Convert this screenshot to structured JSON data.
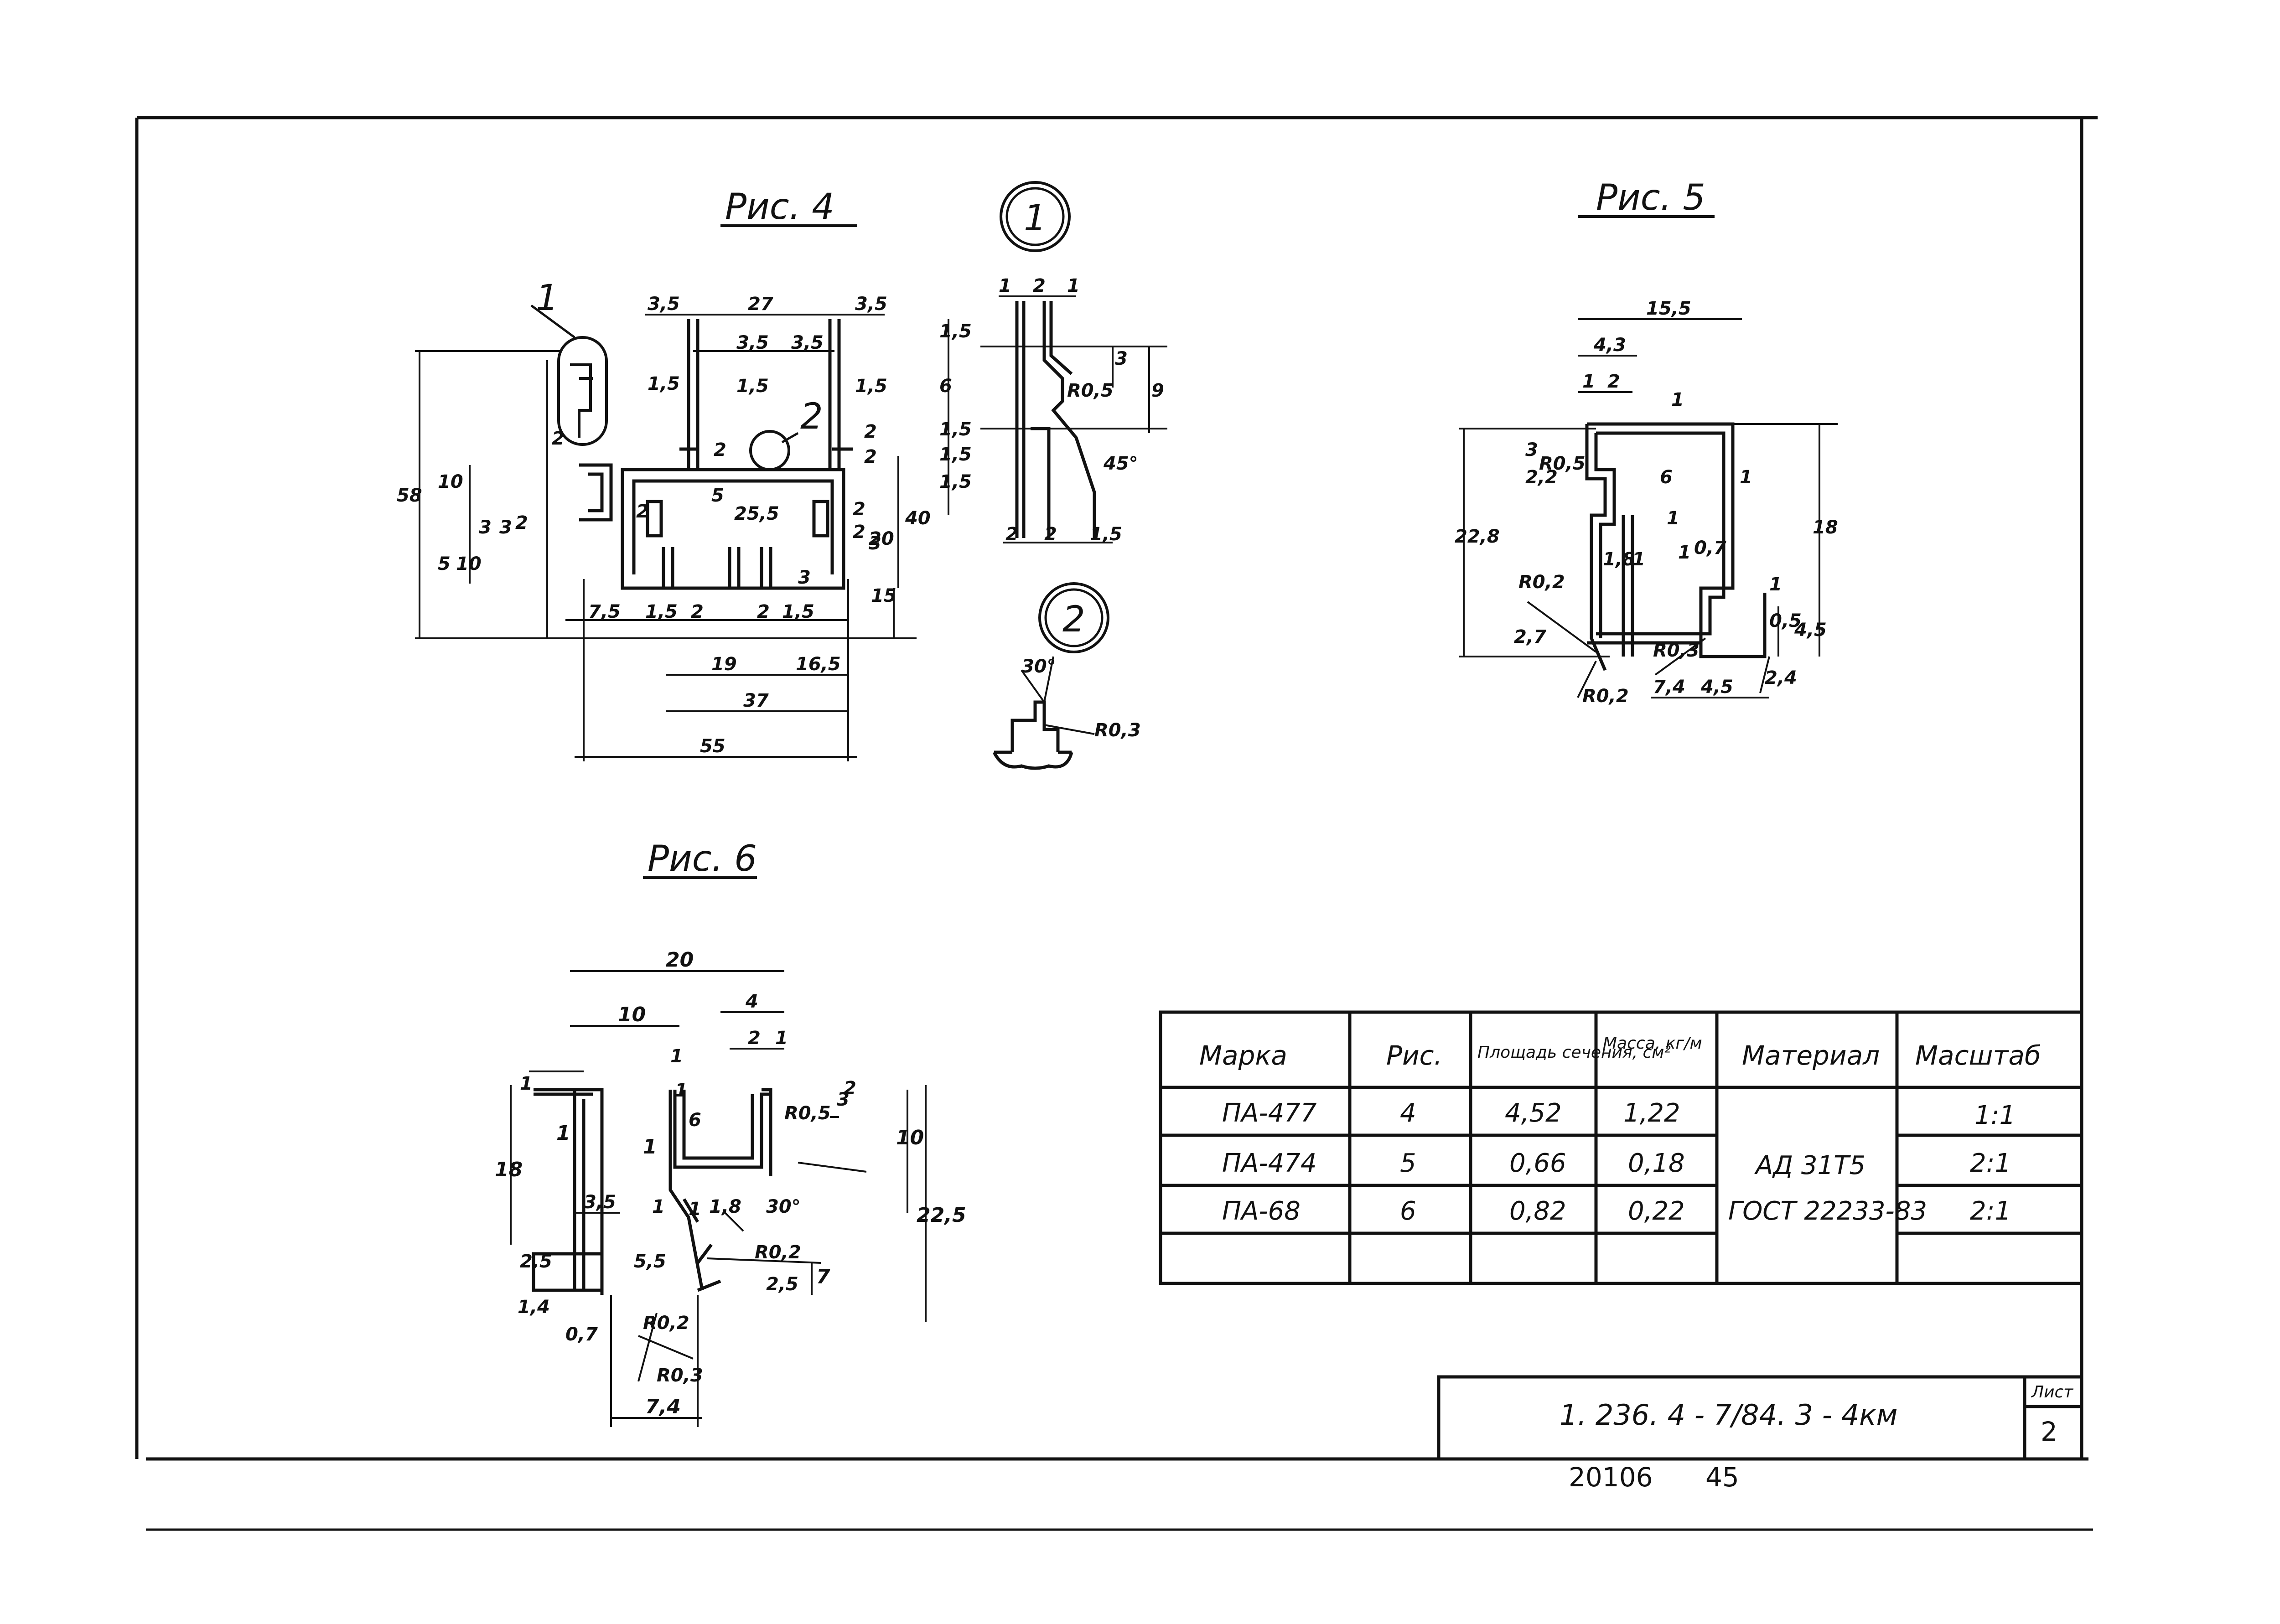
{
  "figures": {
    "fig4": {
      "title": "Рис. 4",
      "dims": [
        "3,5",
        "27",
        "3,5",
        "3,5",
        "3,5",
        "1,5",
        "1,5",
        "1,5",
        "2",
        "2",
        "2",
        "2",
        "3",
        "3",
        "2",
        "2",
        "2",
        "5",
        "25,5",
        "2",
        "20",
        "40",
        "3",
        "58",
        "10",
        "5",
        "10",
        "15",
        "7,5",
        "1,5",
        "2",
        "1,5",
        "2",
        "3",
        "19",
        "16,5",
        "37",
        "55"
      ],
      "callouts": [
        "1",
        "2"
      ]
    },
    "detail1": {
      "label": "1",
      "dims": [
        "1",
        "2",
        "1",
        "1,5",
        "6",
        "1,5",
        "1,5",
        "1,5",
        "3",
        "9",
        "R0,5",
        "45°",
        "2",
        "2",
        "1,5"
      ]
    },
    "detail2": {
      "label": "2",
      "dims": [
        "30°",
        "R0,3"
      ]
    },
    "fig5": {
      "title": "Рис. 5",
      "dims": [
        "15,5",
        "4,3",
        "1",
        "2",
        "1",
        "3",
        "2,2",
        "R0,5",
        "6",
        "1",
        "1",
        "22,8",
        "18",
        "1,8",
        "1",
        "1",
        "0,7",
        "R0,2",
        "1",
        "R0,3",
        "0,5",
        "2,7",
        "4,5",
        "R0,2",
        "7,4",
        "4,5",
        "2,4"
      ]
    },
    "fig6": {
      "title": "Рис. 6",
      "dims": [
        "20",
        "10",
        "4",
        "2",
        "1",
        "1",
        "1",
        "1",
        "R0,5",
        "3",
        "2",
        "10",
        "6",
        "1",
        "1",
        "18",
        "22,5",
        "3,5",
        "1",
        "1,8",
        "30°",
        "1",
        "R0,2",
        "2,5",
        "5,5",
        "2,5",
        "7",
        "1,4",
        "0,7",
        "R0,2",
        "R0,3",
        "7,4"
      ]
    }
  },
  "spec_table": {
    "headers": [
      "Марка",
      "Рис.",
      "Площадь сечения, см²",
      "Масса, кг/м",
      "Материал",
      "Масштаб"
    ],
    "rows": [
      [
        "ПА-477",
        "4",
        "4,52",
        "1,22",
        "1:1"
      ],
      [
        "ПА-474",
        "5",
        "0,66",
        "0,18",
        "2:1"
      ],
      [
        "ПА-68",
        "6",
        "0,82",
        "0,22",
        "2:1"
      ]
    ],
    "material": [
      "АД 31Т5",
      "ГОСТ 22233-83"
    ]
  },
  "title_block": {
    "code": "1. 236. 4 - 7/84. 3 - 4км",
    "sheet_label": "Лист",
    "sheet_number": "2"
  },
  "footer": {
    "inventory": "20106",
    "page": "45"
  }
}
